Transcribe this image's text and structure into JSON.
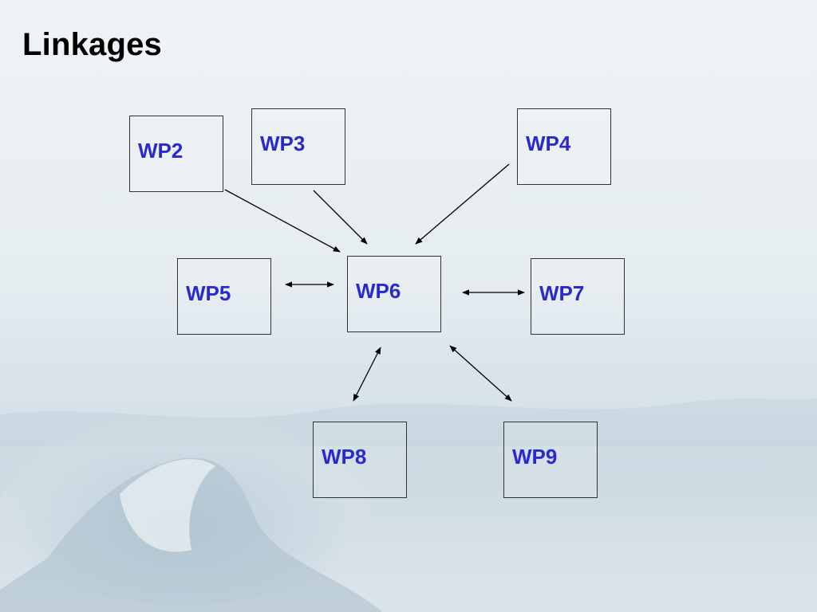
{
  "slide": {
    "title": "Linkages",
    "colors": {
      "label": "#2a2acc",
      "line": "#000000",
      "box_border": "#333333"
    }
  },
  "nodes": [
    {
      "id": "wp2",
      "label": "WP2"
    },
    {
      "id": "wp3",
      "label": "WP3"
    },
    {
      "id": "wp4",
      "label": "WP4"
    },
    {
      "id": "wp5",
      "label": "WP5"
    },
    {
      "id": "wp6",
      "label": "WP6"
    },
    {
      "id": "wp7",
      "label": "WP7"
    },
    {
      "id": "wp8",
      "label": "WP8"
    },
    {
      "id": "wp9",
      "label": "WP9"
    }
  ],
  "edges": [
    {
      "from": "WP2",
      "to": "WP6",
      "direction": "one-way"
    },
    {
      "from": "WP3",
      "to": "WP6",
      "direction": "one-way"
    },
    {
      "from": "WP4",
      "to": "WP6",
      "direction": "one-way"
    },
    {
      "from": "WP5",
      "to": "WP6",
      "direction": "two-way"
    },
    {
      "from": "WP6",
      "to": "WP7",
      "direction": "two-way"
    },
    {
      "from": "WP6",
      "to": "WP8",
      "direction": "two-way"
    },
    {
      "from": "WP6",
      "to": "WP9",
      "direction": "two-way"
    }
  ]
}
